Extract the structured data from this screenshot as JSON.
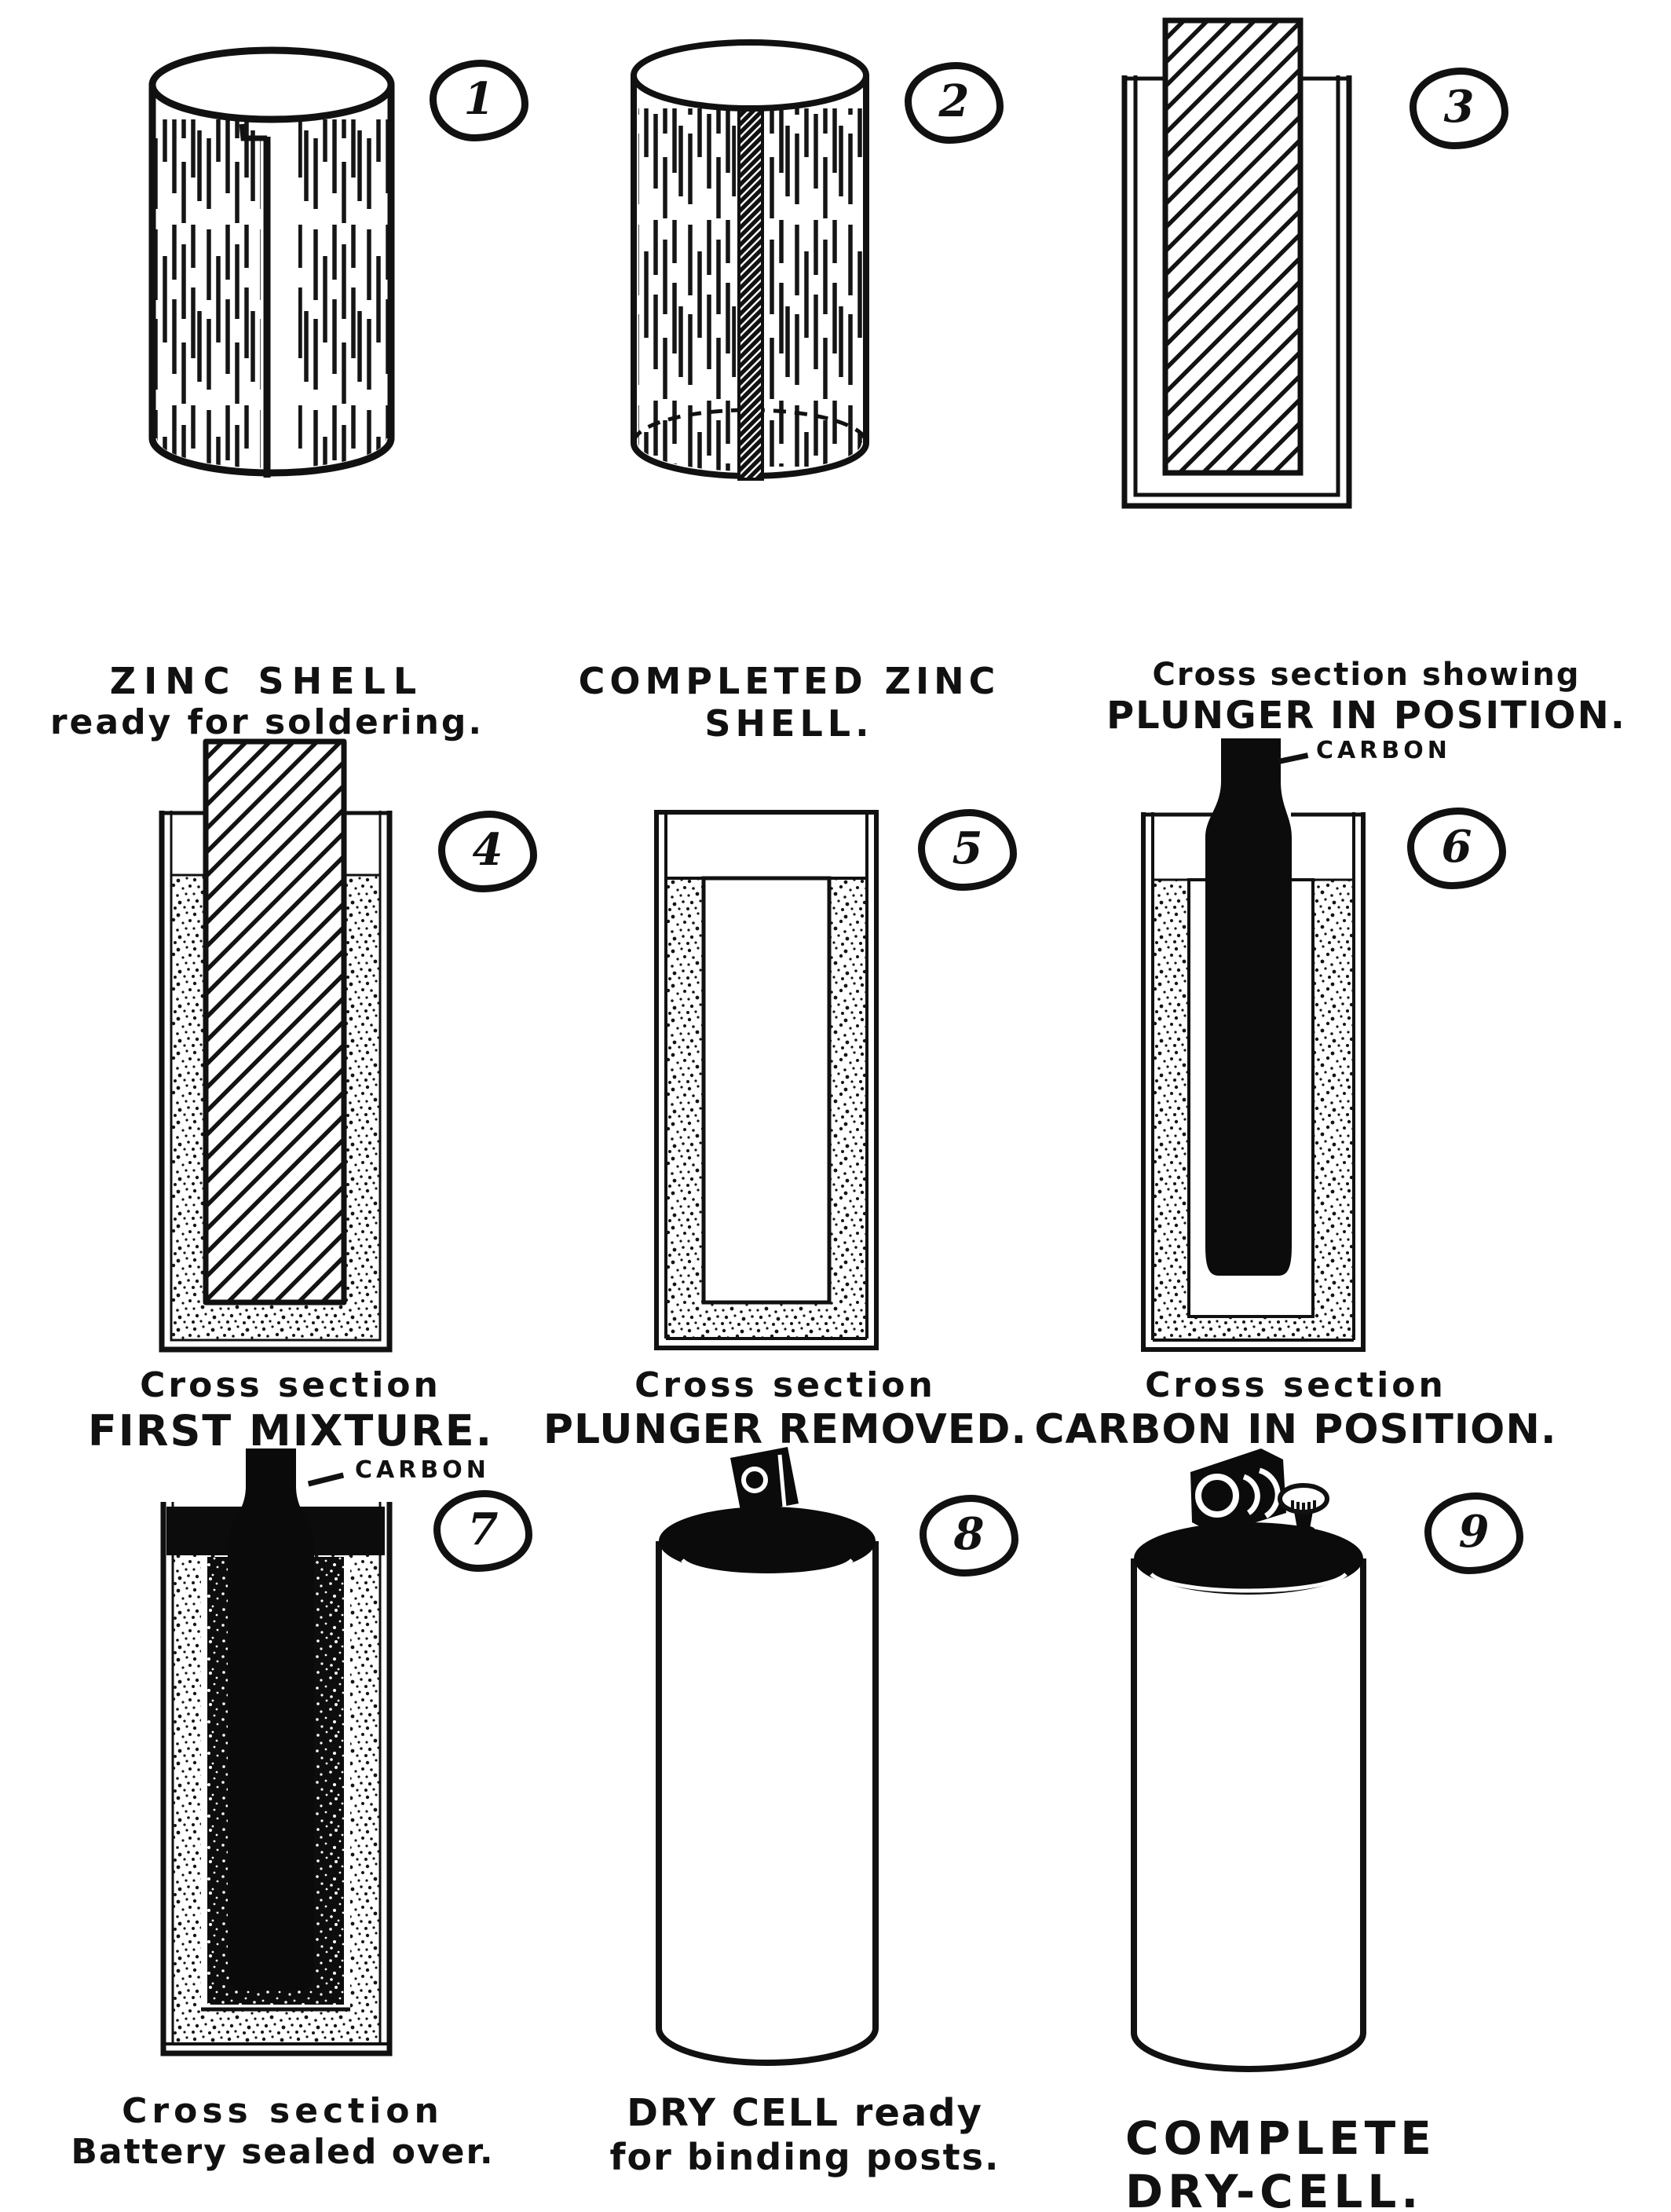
{
  "figure": {
    "type": "instructional-diagram",
    "subject": "dry cell battery construction steps",
    "colors": {
      "ink": "#111111",
      "paper": "#ffffff"
    }
  },
  "panels": [
    {
      "number": "1",
      "caption_line1": "ZINC SHELL",
      "caption_line2": "ready for soldering."
    },
    {
      "number": "2",
      "caption_line1": "COMPLETED ZINC",
      "caption_line2": "SHELL."
    },
    {
      "number": "3",
      "caption_line1": "Cross section showing",
      "caption_line2": "PLUNGER IN POSITION."
    },
    {
      "number": "4",
      "caption_line1": "Cross section",
      "caption_line2": "FIRST MIXTURE."
    },
    {
      "number": "5",
      "caption_line1": "Cross section",
      "caption_line2": "PLUNGER REMOVED."
    },
    {
      "number": "6",
      "caption_line1": "Cross section",
      "caption_line2": "CARBON IN POSITION.",
      "annotation": "CARBON"
    },
    {
      "number": "7",
      "caption_line1": "Cross section",
      "caption_line2": "Battery sealed over.",
      "annotation": "CARBON"
    },
    {
      "number": "8",
      "caption_line1": "DRY CELL ready",
      "caption_line2": "for binding posts."
    },
    {
      "number": "9",
      "caption_line1": "COMPLETE",
      "caption_line2": "DRY-CELL."
    }
  ]
}
